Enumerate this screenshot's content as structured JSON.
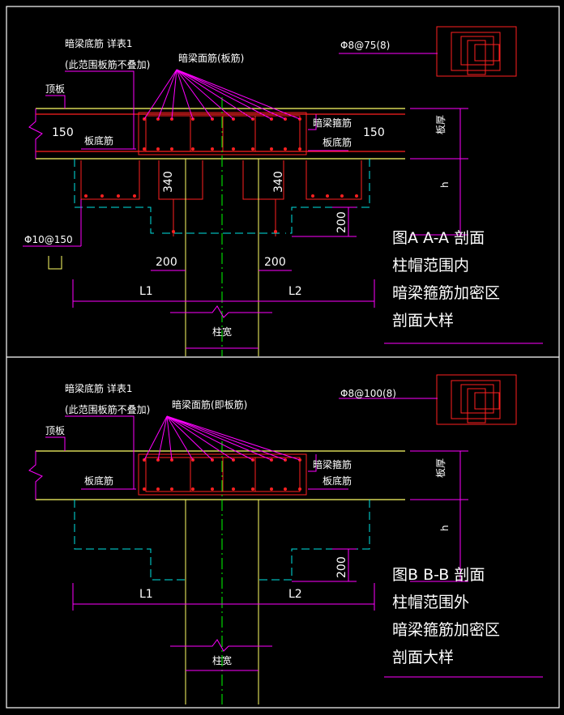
{
  "colors": {
    "background": "#000000",
    "border": "#ffffff",
    "slab": "#ffff66",
    "rebar": "#ff2020",
    "stirrup_bar": "#cc2020",
    "leader": "#ff00ff",
    "column": "#ffff66",
    "axis": "#00ff00",
    "cap_dashed": "#00e5e5",
    "text": "#ffffff"
  },
  "panel_a": {
    "bottom_bar_note_line1": "暗梁底筋 详表1",
    "bottom_bar_note_line2": "(此范围板筋不叠加)",
    "top_bar_note": "暗梁面筋(板筋)",
    "stirrup_spec": "Φ8@75(8)",
    "top_slab_label": "顶板",
    "slab_thickness_left": "150",
    "slab_bottom_left": "板底筋",
    "stirrup_label": "暗梁箍筋",
    "slab_bottom_right": "板底筋",
    "slab_thickness_right": "150",
    "slab_thick_label": "板厚",
    "h_label": "h",
    "dim_340_left": "340",
    "dim_340_right": "340",
    "dim_200_vertical": "200",
    "cap_rebar_spec": "Φ10@150",
    "dim_200_left": "200",
    "dim_200_right": "200",
    "l1": "L1",
    "l2": "L2",
    "column_width": "柱宽",
    "caption": [
      "图A  A-A 剖面",
      "柱帽范围内",
      "暗梁箍筋加密区",
      "剖面大样"
    ]
  },
  "panel_b": {
    "bottom_bar_note_line1": "暗梁底筋 详表1",
    "bottom_bar_note_line2": "(此范围板筋不叠加)",
    "top_bar_note": "暗梁面筋(即板筋)",
    "stirrup_spec": "Φ8@100(8)",
    "top_slab_label": "顶板",
    "stirrup_label": "暗梁箍筋",
    "slab_bottom_left": "板底筋",
    "slab_bottom_right": "板底筋",
    "slab_thick_label": "板厚",
    "h_label": "h",
    "dim_200_vertical": "200",
    "l1": "L1",
    "l2": "L2",
    "column_width": "柱宽",
    "caption": [
      "图B  B-B 剖面",
      "柱帽范围外",
      "暗梁箍筋加密区",
      "剖面大样"
    ]
  }
}
